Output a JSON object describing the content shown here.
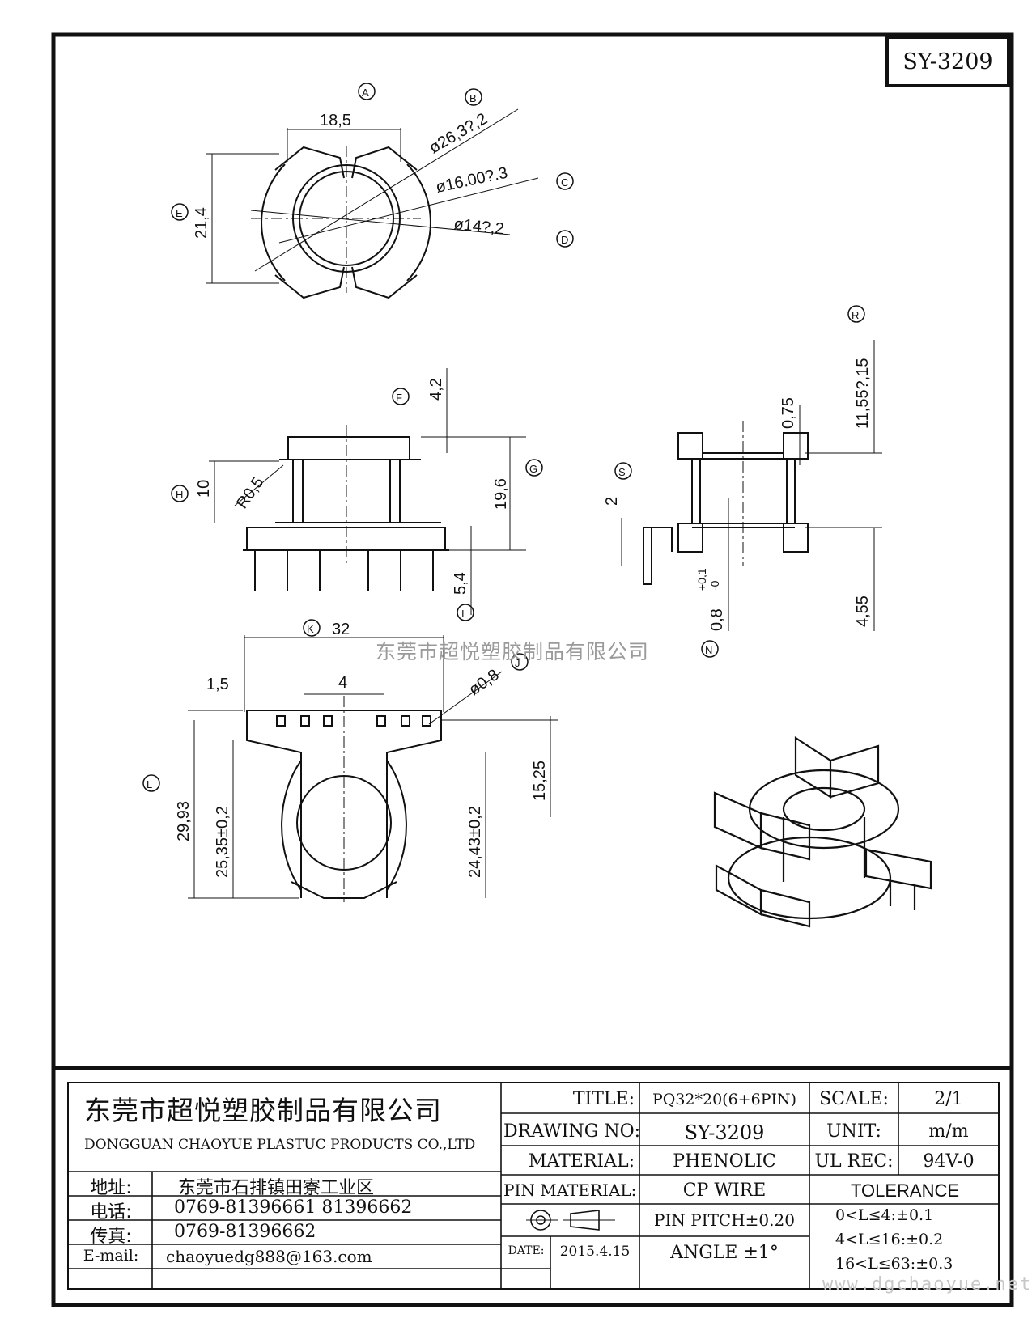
{
  "drawing_code": "SY-3209",
  "watermark_text": "东莞市超悦塑胶制品有限公司",
  "footer_url": "www.dgchaoyue.net",
  "views": {
    "top": {
      "labels": {
        "A": "A",
        "B": "B",
        "C": "C",
        "D": "D",
        "E": "E"
      },
      "dims": {
        "width": "18,5",
        "d_outer": "ø26,3?,2",
        "d_mid": "ø16.00?.3",
        "d_inner": "ø14?,2",
        "height": "21,4"
      }
    },
    "front": {
      "labels": {
        "F": "F",
        "G": "G",
        "H": "H",
        "I": "I"
      },
      "dims": {
        "flange": "4,2",
        "total": "19,6",
        "inner": "10",
        "radius": "R0,5",
        "pin_len": "5,4"
      }
    },
    "side": {
      "labels": {
        "R": "R",
        "S": "S",
        "N": "N"
      },
      "dims": {
        "flange": "0,75",
        "top": "11,55?,15",
        "base": "2",
        "pin": "4,55",
        "thickness": "0,8",
        "tol_plus": "+0,1",
        "tol_minus": "-0"
      }
    },
    "bottom": {
      "labels": {
        "K": "K",
        "J": "J",
        "L": "L"
      },
      "dims": {
        "overall": "32",
        "pitch": "4",
        "pin_w": "1,5",
        "pin_d": "ø0,8",
        "h1": "29,93",
        "h2": "25,35±0,2",
        "h3": "24,43±0,2",
        "h4": "15,25"
      }
    }
  },
  "title_block": {
    "company_cn": "东莞市超悦塑胶制品有限公司",
    "company_en": "DONGGUAN CHAOYUE PLASTUC PRODUCTS CO.,LTD",
    "address_label": "地址:",
    "address_value": "东莞市石排镇田寮工业区",
    "phone_label": "电话:",
    "phone_value": "0769-81396661   81396662",
    "fax_label": "传真:",
    "fax_value": "0769-81396662",
    "email_label": "E-mail:",
    "email_value": "chaoyuedg888@163.com",
    "title_label": "TITLE:",
    "title_value": "PQ32*20(6+6PIN)",
    "scale_label": "SCALE:",
    "scale_value": "2/1",
    "drawing_no_label": "DRAWING NO:",
    "drawing_no_value": "SY-3209",
    "unit_label": "UNIT:",
    "unit_value": "m/m",
    "material_label": "MATERIAL:",
    "material_value": "PHENOLIC",
    "ul_label": "UL REC:",
    "ul_value": "94V-0",
    "pin_material_label": "PIN MATERIAL:",
    "pin_material_value": "CP WIRE",
    "tolerance_label": "TOLERANCE",
    "pin_pitch": "PIN PITCH±0.20",
    "date_label": "DATE:",
    "date_value": "2015.4.15",
    "angle": "ANGLE  ±1°",
    "tol_rows": [
      "0<L≤4:±0.1",
      "4<L≤16:±0.2",
      "16<L≤63:±0.3"
    ]
  }
}
